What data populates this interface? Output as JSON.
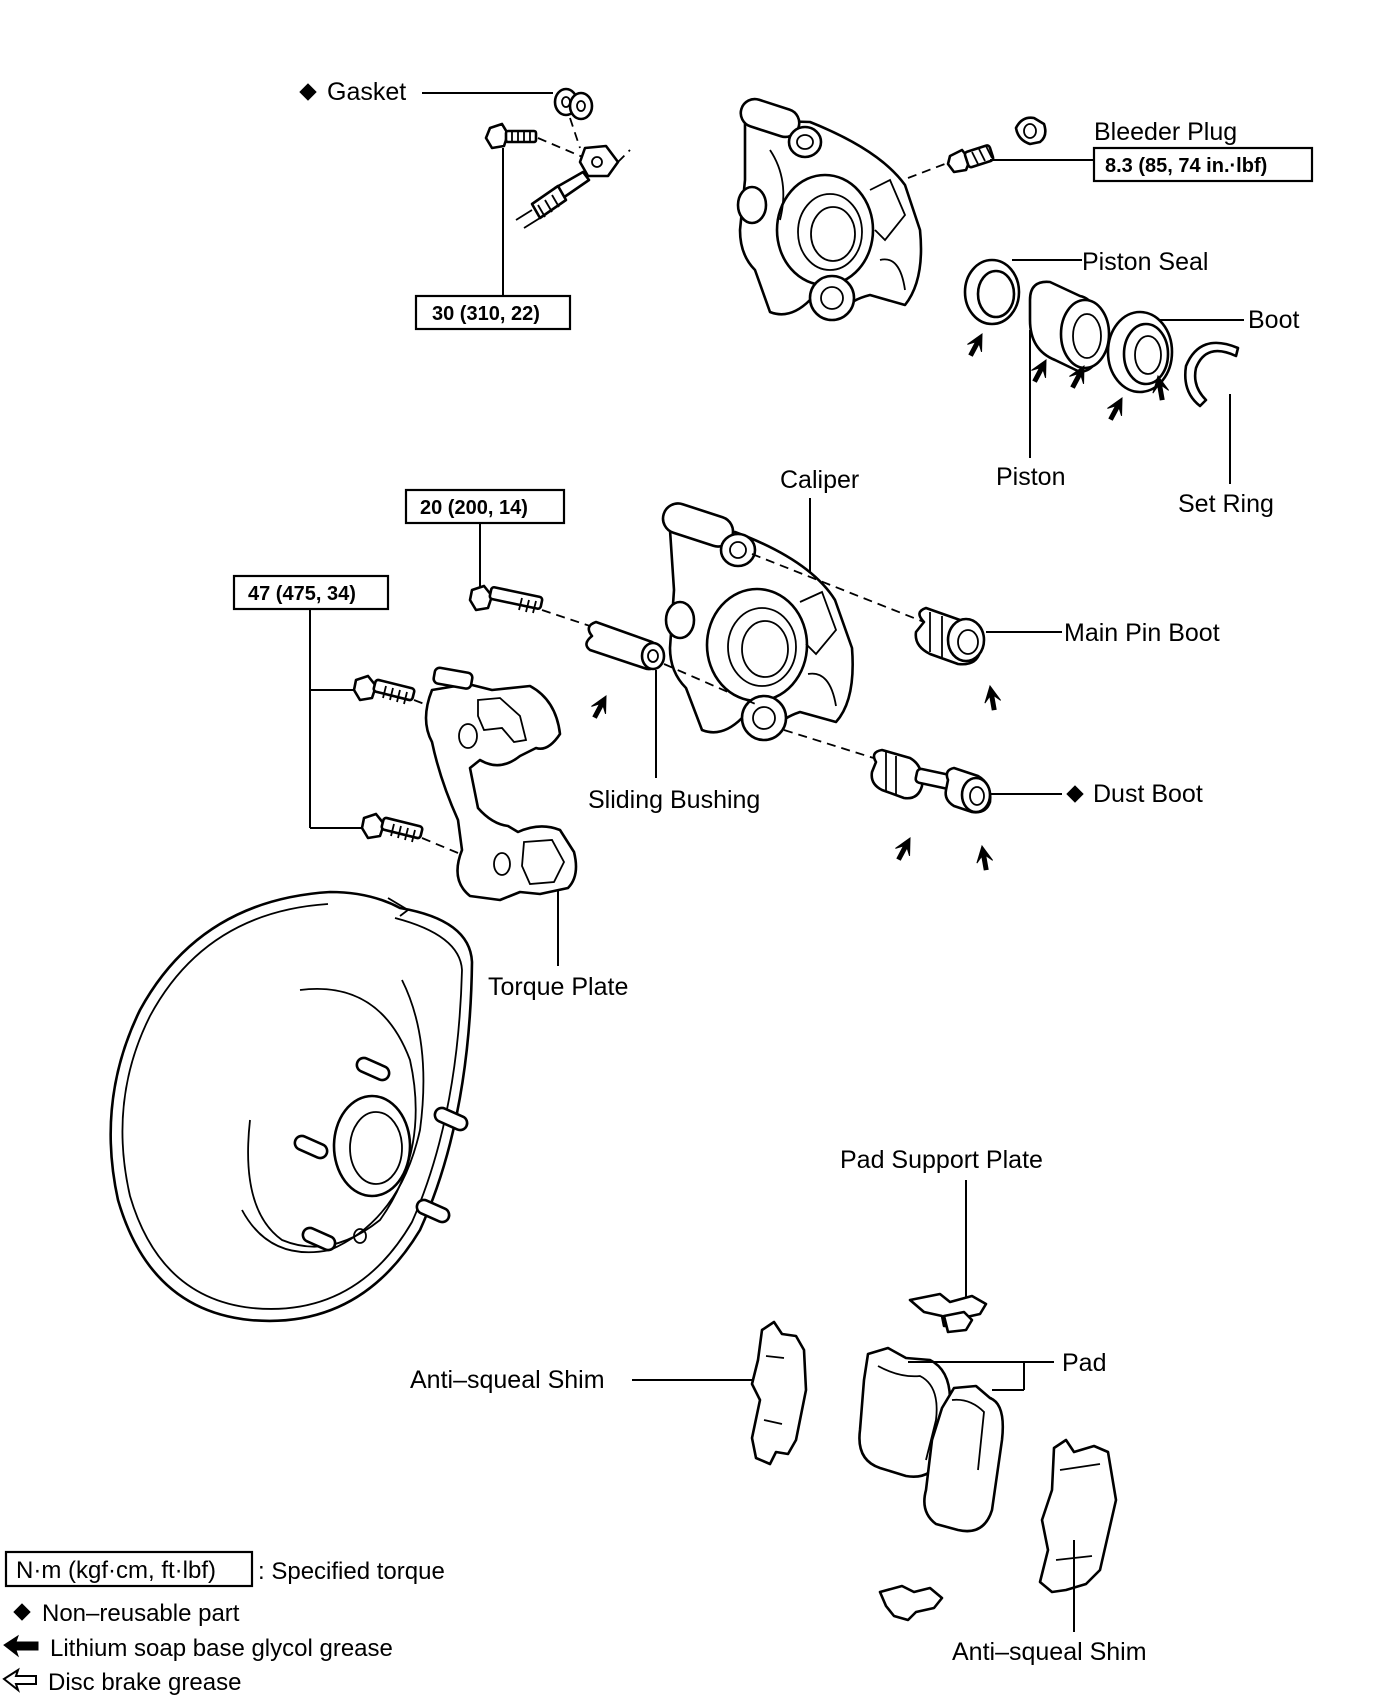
{
  "labels": {
    "gasket": "Gasket",
    "bleeder_plug": "Bleeder Plug",
    "piston_seal": "Piston Seal",
    "boot": "Boot",
    "piston": "Piston",
    "set_ring": "Set Ring",
    "caliper": "Caliper",
    "main_pin_boot": "Main Pin Boot",
    "sliding_bushing": "Sliding Bushing",
    "dust_boot": "Dust Boot",
    "torque_plate": "Torque Plate",
    "pad_support_plate": "Pad Support Plate",
    "pad": "Pad",
    "anti_squeal_shim_left": "Anti–squeal Shim",
    "anti_squeal_shim_bottom": "Anti–squeal Shim"
  },
  "torque": {
    "bleeder": "8.3 (85, 74 in.·lbf)",
    "union_bolt": "30 (310, 22)",
    "slide_bolt": "20 (200, 14)",
    "torque_plate_bolt": "47 (475, 34)"
  },
  "legend": {
    "unit_box": "N·m (kgf·cm, ft·lbf)",
    "specified_torque": ": Specified torque",
    "non_reusable": "Non–reusable part",
    "lithium_grease": "Lithium soap base glycol grease",
    "disc_grease": "Disc brake grease"
  },
  "icons": {
    "non_reusable": "diamond-icon",
    "lithium_grease": "solid-arrow-icon",
    "disc_grease": "hollow-arrow-icon"
  },
  "colors": {
    "ink": "#000000",
    "paper": "#ffffff"
  }
}
